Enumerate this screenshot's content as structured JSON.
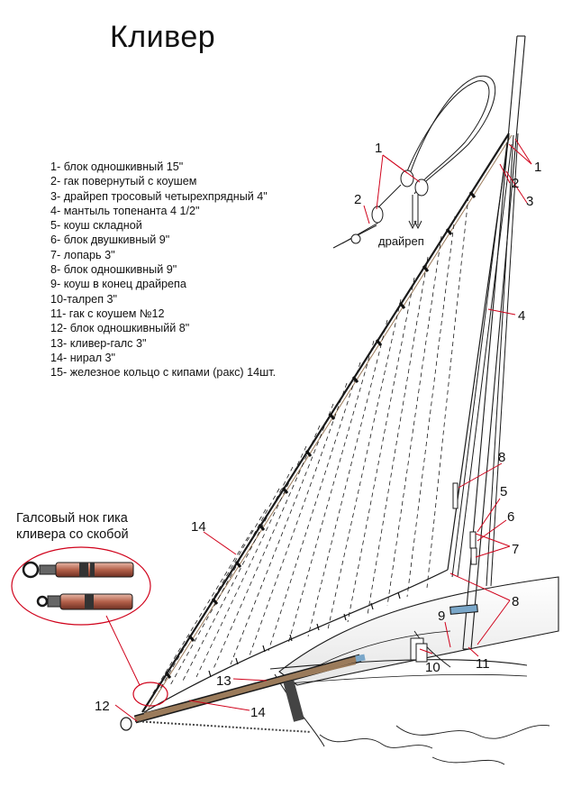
{
  "title": "Кливер",
  "legend": [
    "1- блок одношкивный 15\"",
    "2- гак повернутый с коушем",
    "3- драйреп тросовый четырехпрядный 4\"",
    "4- мантыль топенанта 4 1/2\"",
    "5- коуш складной",
    "6- блок двушкивный 9\"",
    "7- лопарь 3\"",
    "8- блок одношкивный 9\"",
    "9- коуш в конец драйрепа",
    "10-талреп 3\"",
    "11- гак с коушем №12",
    "12- блок одношкивныйй 8\"",
    "13- кливер-галс 3\"",
    "14- нирал 3\"",
    "15- железное кольцо с кипами (ракс) 14шт."
  ],
  "inset_caption": [
    "Галсовый нок гика",
    "кливера со скобой"
  ],
  "callouts": {
    "top_1_left": "1",
    "top_2_left": "2",
    "drayrep": "драйреп",
    "top_1_right": "1",
    "top_2_right": "2",
    "top_3_right": "3",
    "n4": "4",
    "n8_top": "8",
    "n5": "5",
    "n6": "6",
    "n7": "7",
    "n8_bottom": "8",
    "n9": "9",
    "n10": "10",
    "n11": "11",
    "n14_top": "14",
    "n13": "13",
    "n14_bottom": "14",
    "n12": "12"
  },
  "colors": {
    "line": "#1a1a1a",
    "accent_red": "#d0021b",
    "rope_brown": "#9b7b5b",
    "dark_grey": "#444444"
  }
}
